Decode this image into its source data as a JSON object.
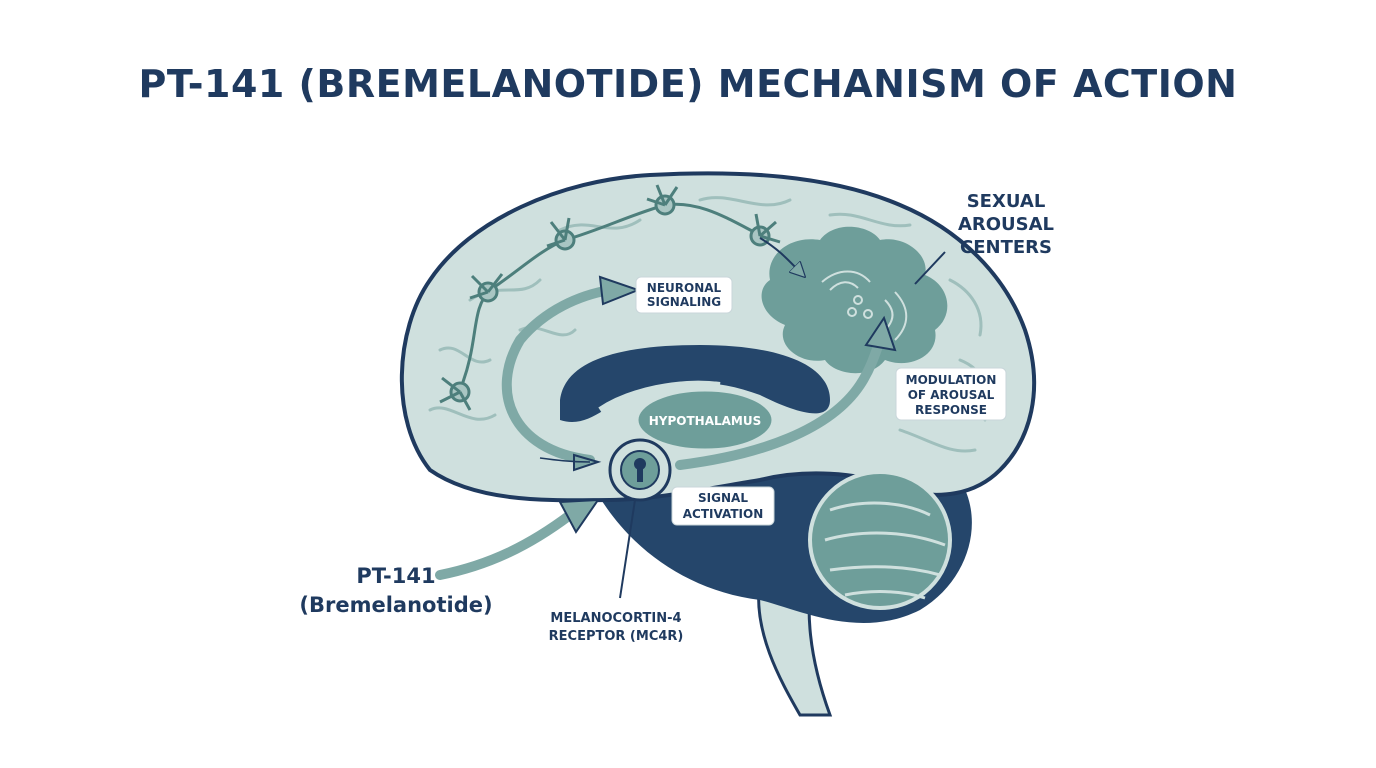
{
  "title": "PT-141 (BREMELANOTIDE) MECHANISM OF ACTION",
  "labels": {
    "sexual_arousal": [
      "SEXUAL",
      "AROUSAL",
      "CENTERS"
    ],
    "neuronal_signaling": [
      "NEURONAL",
      "SIGNALING"
    ],
    "hypothalamus": "HYPOTHALAMUS",
    "modulation": [
      "MODULATION",
      "OF AROUSAL",
      "RESPONSE"
    ],
    "signal_activation": [
      "SIGNAL",
      "ACTIVATION"
    ],
    "pt141": [
      "PT-141",
      "(Bremelanotide)"
    ],
    "mc4r": [
      "MELANOCORTIN-4",
      "RECEPTOR (MC4R)"
    ]
  },
  "colors": {
    "navy": "#1f3a5f",
    "brain_light": "#cfe0de",
    "brain_mid": "#a9c6c3",
    "teal": "#6e9e9a",
    "teal_dark": "#4d7f7c",
    "dark_region": "#25466b"
  }
}
